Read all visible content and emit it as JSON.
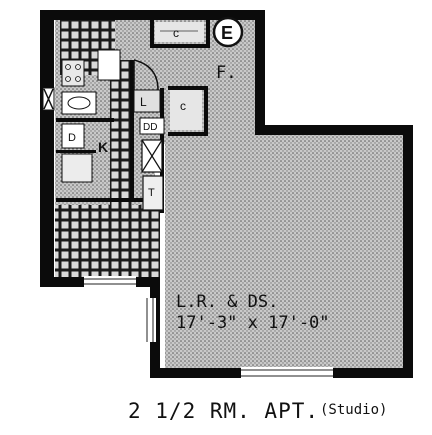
{
  "plan": {
    "title": "2 1/2 RM. APT.",
    "subtitle": "(Studio)",
    "living_room": {
      "name": "L.R. & DS.",
      "dimensions": "17'-3\" x 17'-0\""
    },
    "foyer": {
      "label": "F."
    },
    "elevator": {
      "label": "E"
    },
    "closet_labels": {
      "top_closet": "c",
      "foyer_closet": "c",
      "linen_closet": "L"
    },
    "kitchen_labels": {
      "kitchen": "K",
      "dishwasher": "D",
      "cabinet": "DD"
    },
    "bath_labels": {
      "tub": "T"
    },
    "colors": {
      "wall": "#0b0b0b",
      "floor_stipple": "#bdbdbd",
      "tile": "#d7d7d7",
      "background": "#ffffff"
    }
  }
}
